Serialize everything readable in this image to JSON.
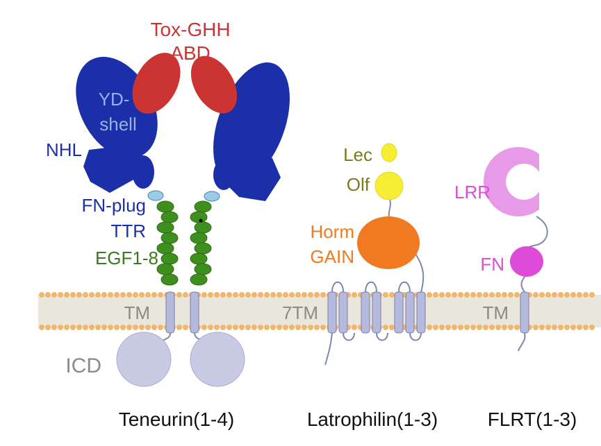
{
  "labels": {
    "tox_ghh": "Tox-GHH",
    "abd": "ABD",
    "yd_1": "YD-",
    "yd_2": "shell",
    "nhl": "NHL",
    "fn_plug": "FN-plug",
    "ttr": "TTR",
    "egf": "EGF1-8",
    "tm_teneurin": "TM",
    "icd": "ICD",
    "lec": "Lec",
    "olf": "Olf",
    "horm": "Horm",
    "gain": "GAIN",
    "seven_tm": "7TM",
    "lrr": "LRR",
    "fn": "FN",
    "tm_flrt": "TM"
  },
  "proteins": {
    "teneurin": "Teneurin(1-4)",
    "latrophilin": "Latrophilin(1-3)",
    "flrt": "FLRT(1-3)"
  },
  "colors": {
    "blue": "#1b2fa8",
    "red": "#cc3434",
    "green": "#3a7a1e",
    "membrane": "#e9e6dc",
    "lipid": "#efb66e",
    "tm_fill": "#b5b9dc",
    "olive": "#7b7a1c",
    "yellow": "#f5ee33",
    "orange": "#ef7a22",
    "magenta": "#dd4bd8",
    "lrr_fill": "#e69ae8",
    "gray_text": "#8a8a8a"
  }
}
